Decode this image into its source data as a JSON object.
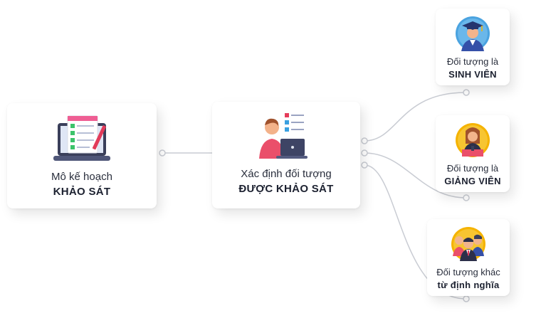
{
  "plan_card": {
    "line1": "Mô kế hoạch",
    "line2": "KHẢO SÁT",
    "icon": "laptop-checklist-icon"
  },
  "target_card": {
    "line1": "Xác định đối tượng",
    "line2": "ĐƯỢC KHẢO SÁT",
    "icon": "person-laptop-checklist-icon"
  },
  "groups": [
    {
      "line1": "Đối tượng là",
      "line2": "SINH VIÊN",
      "icon": "graduate-student-icon"
    },
    {
      "line1": "Đối tượng là",
      "line2": "GIẢNG VIÊN",
      "icon": "lecturer-icon"
    },
    {
      "line1": "Đối tượng khác",
      "line2": "từ định nghĩa",
      "icon": "people-group-icon"
    }
  ],
  "colors": {
    "card_bg": "#ffffff",
    "connector": "#c9ccd3",
    "student_circle": "#4aa3e0",
    "lecturer_circle": "#f5b300",
    "group_circle": "#f5b300"
  }
}
